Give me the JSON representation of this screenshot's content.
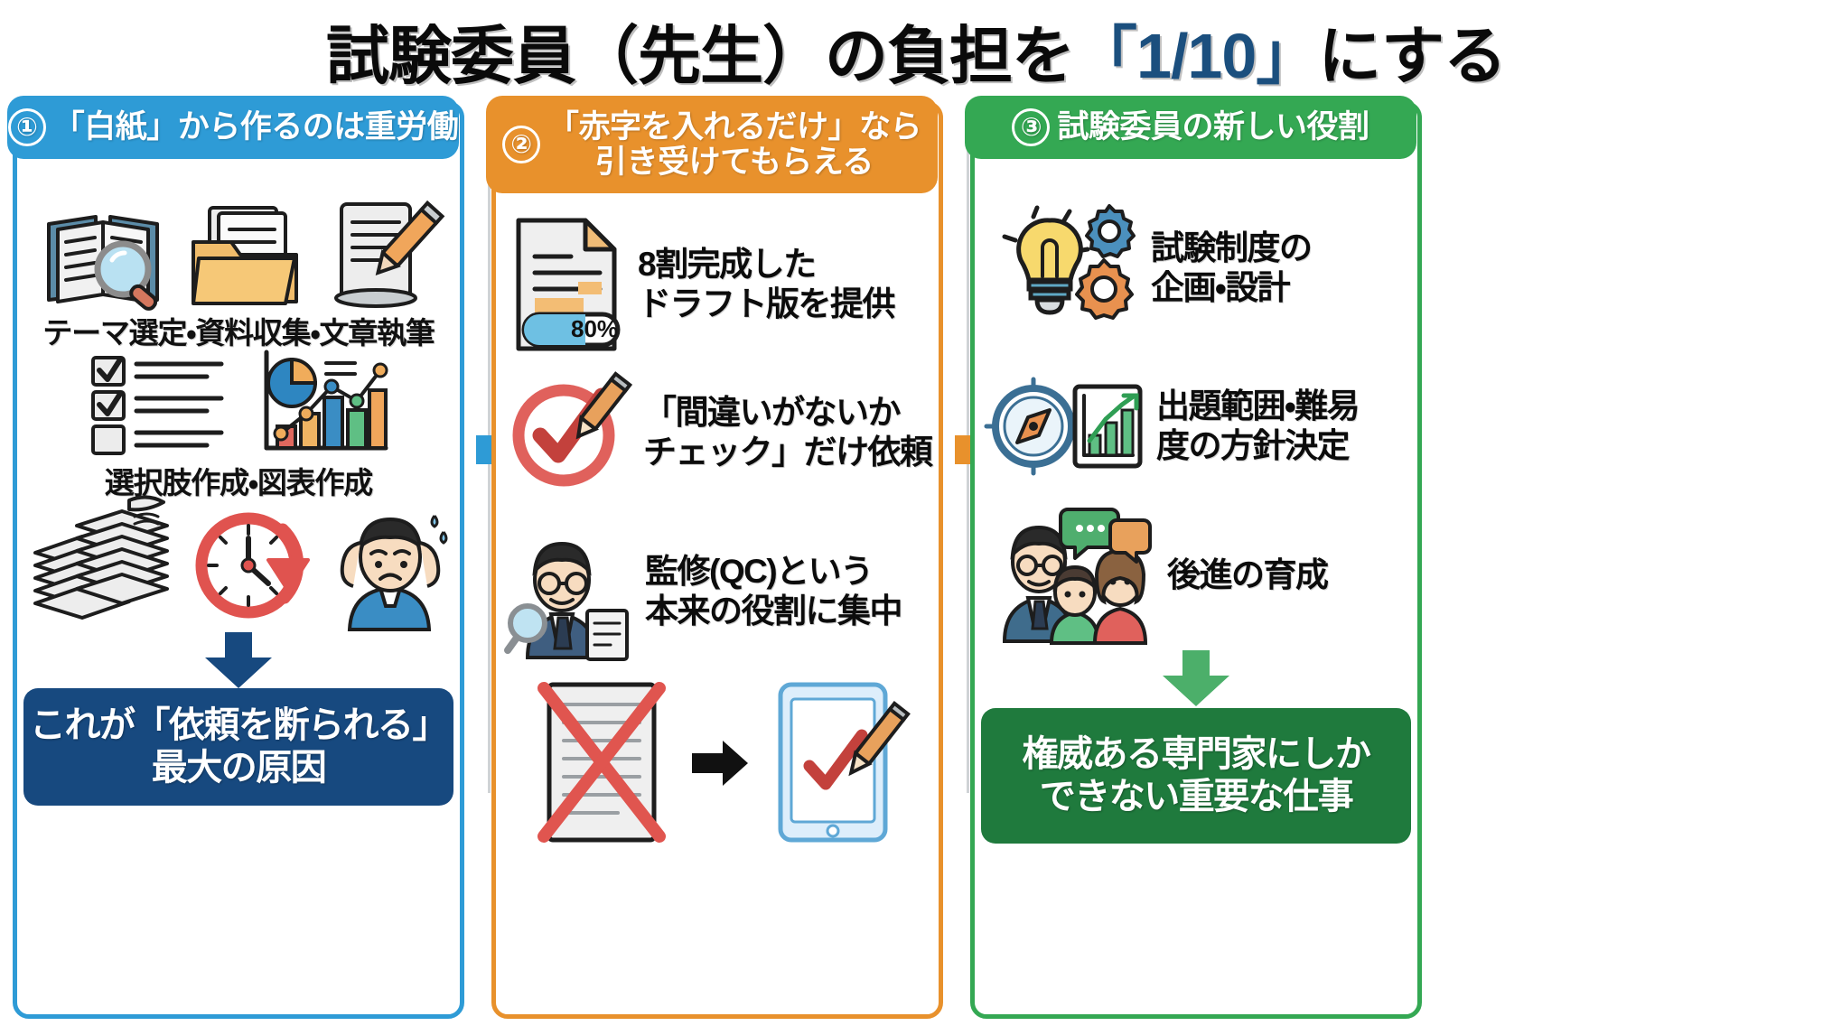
{
  "title": {
    "lead": "試験委員（先生）の負担を",
    "accent": "「1/10」",
    "tail": "にする"
  },
  "colors": {
    "panel1": "#2e9bd6",
    "panel2": "#e8912c",
    "panel3": "#34a853",
    "banner_navy": "#17497f",
    "banner_green": "#1f7a3d",
    "title_accent": "#1b4f7e"
  },
  "panels": [
    {
      "number": "①",
      "header": "「白紙」から作るのは重労働",
      "captions": [
        "テーマ選定・資料収集・文章執筆",
        "選択肢作成・図表作成"
      ],
      "banner": {
        "line1": "これが「依頼を断られる」",
        "line2": "最大の原因"
      },
      "icons": [
        "book-magnifier-icon",
        "folder-documents-icon",
        "document-pencil-icon",
        "checklist-icon",
        "chart-graph-icon",
        "paper-stack-icon",
        "clock-deadline-icon",
        "stressed-person-icon",
        "down-arrow-icon"
      ]
    },
    {
      "number": "②",
      "header_line1": "「赤字を入れるだけ」なら",
      "header_line2": "引き受けてもらえる",
      "items": [
        {
          "icon": "draft-document-80-icon",
          "badge": "80%",
          "line1": "8割完成した",
          "line2": "ドラフト版を提供"
        },
        {
          "icon": "check-circle-pencil-icon",
          "line1": "「間違いがないか",
          "line2": "チェック」だけ依頼"
        },
        {
          "icon": "inspector-person-icon",
          "line1": "監修(QC)という",
          "line2": "本来の役割に集中"
        }
      ],
      "footer_icons": [
        "crossed-paper-icon",
        "right-arrow-icon",
        "tablet-check-pen-icon"
      ]
    },
    {
      "number": "③",
      "header": "試験委員の新しい役割",
      "items": [
        {
          "icon": "lightbulb-gears-icon",
          "line1": "試験制度の",
          "line2": "企画・設計"
        },
        {
          "icon": "compass-chart-icon",
          "line1": "出題範囲・難易",
          "line2": "度の方針決定"
        },
        {
          "icon": "mentor-family-icon",
          "line1": "後進の育成",
          "line2": ""
        }
      ],
      "banner": {
        "line1": "権威ある専門家にしか",
        "line2": "できない重要な仕事"
      }
    }
  ]
}
